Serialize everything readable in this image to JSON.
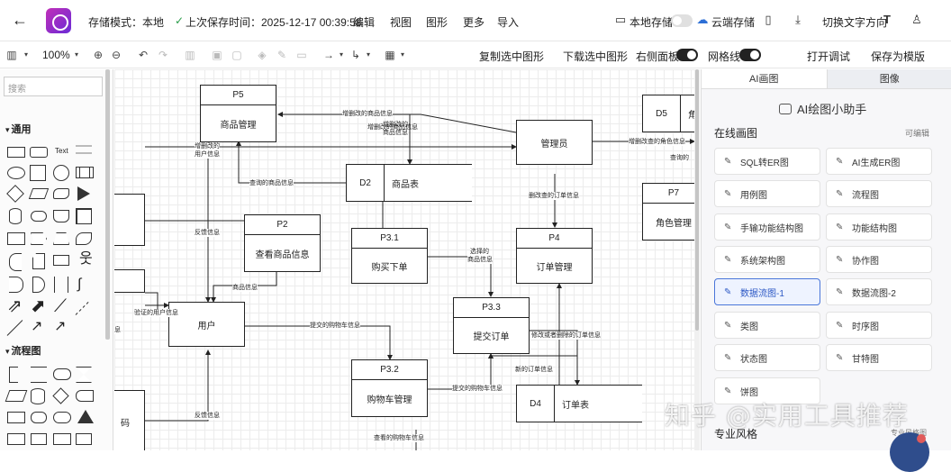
{
  "topbar": {
    "storage_mode": "存储模式：本地",
    "last_saved": "上次保存时间：2025-12-17 00:39:58",
    "menus": [
      "编辑",
      "视图",
      "图形",
      "更多",
      "导入"
    ],
    "local_storage": "本地存储",
    "cloud_storage": "云端存储",
    "switch_text_dir": "切换文字方向"
  },
  "toolbar": {
    "zoom": "100%",
    "copy_shape": "复制选中图形",
    "download_shape": "下载选中图形",
    "right_panel": "右侧面板",
    "grid": "网格线",
    "open_debug": "打开调试",
    "save_template": "保存为模版"
  },
  "left": {
    "search_placeholder": "搜索",
    "section_general": "通用",
    "section_flowchart": "流程图",
    "text_shape": "Text"
  },
  "diagram": {
    "p5": {
      "id": "P5",
      "name": "商品管理"
    },
    "p2": {
      "id": "P2",
      "name": "查看商品信息"
    },
    "p31": {
      "id": "P3.1",
      "name": "购买下单"
    },
    "p33": {
      "id": "P3.3",
      "name": "提交订单"
    },
    "p32": {
      "id": "P3.2",
      "name": "购物车管理"
    },
    "p4": {
      "id": "P4",
      "name": "订单管理"
    },
    "p7": {
      "id": "P7",
      "name": "角色管理"
    },
    "d2": {
      "id": "D2",
      "name": "商品表"
    },
    "d4": {
      "id": "D4",
      "name": "订单表"
    },
    "d5": {
      "id": "D5",
      "name": "角"
    },
    "user": "用户",
    "admin": "管理员",
    "code_box": "码",
    "labels": {
      "l1": "增删改的商品信息",
      "l2": "增删改的",
      "l2b": "商品信息",
      "l3": "增删改的商品信息",
      "l4": "增删改的",
      "l4b": "用户信息",
      "l5": "增删改查的角色信息",
      "l6": "查询的",
      "l7": "查询的商品信息",
      "l8": "删改查的订单信息",
      "l9": "反馈信息",
      "l10": "选择的",
      "l10b": "商品信息",
      "l11": "商品信息",
      "l12": "验证的用户信息",
      "l13": "提交的购物车信息",
      "l14": "修改或者删除的订单信息",
      "l15": "新的订单信息",
      "l16": "提交的购物车信息",
      "l17": "反馈信息",
      "l18": "查看的购物车信息",
      "l19": "息"
    }
  },
  "right": {
    "tab_ai": "AI画图",
    "tab_image": "图像",
    "assistant": "AI绘图小助手",
    "online": "在线画图",
    "editable": "可编辑",
    "buttons": [
      "SQL转ER图",
      "AI生成ER图",
      "用例图",
      "流程图",
      "手输功能结构图",
      "功能结构图",
      "系统架构图",
      "协作图",
      "数据流图-1",
      "数据流图-2",
      "类图",
      "时序图",
      "状态图",
      "甘特图",
      "饼图",
      ""
    ],
    "pro": "专业风格",
    "pro_sub": "专业风格图"
  },
  "watermark": "知乎 @实用工具推荐",
  "colors": {
    "accent": "#2b57c4",
    "toggle_on": "#222222",
    "toggle_off": "#dddddd"
  }
}
